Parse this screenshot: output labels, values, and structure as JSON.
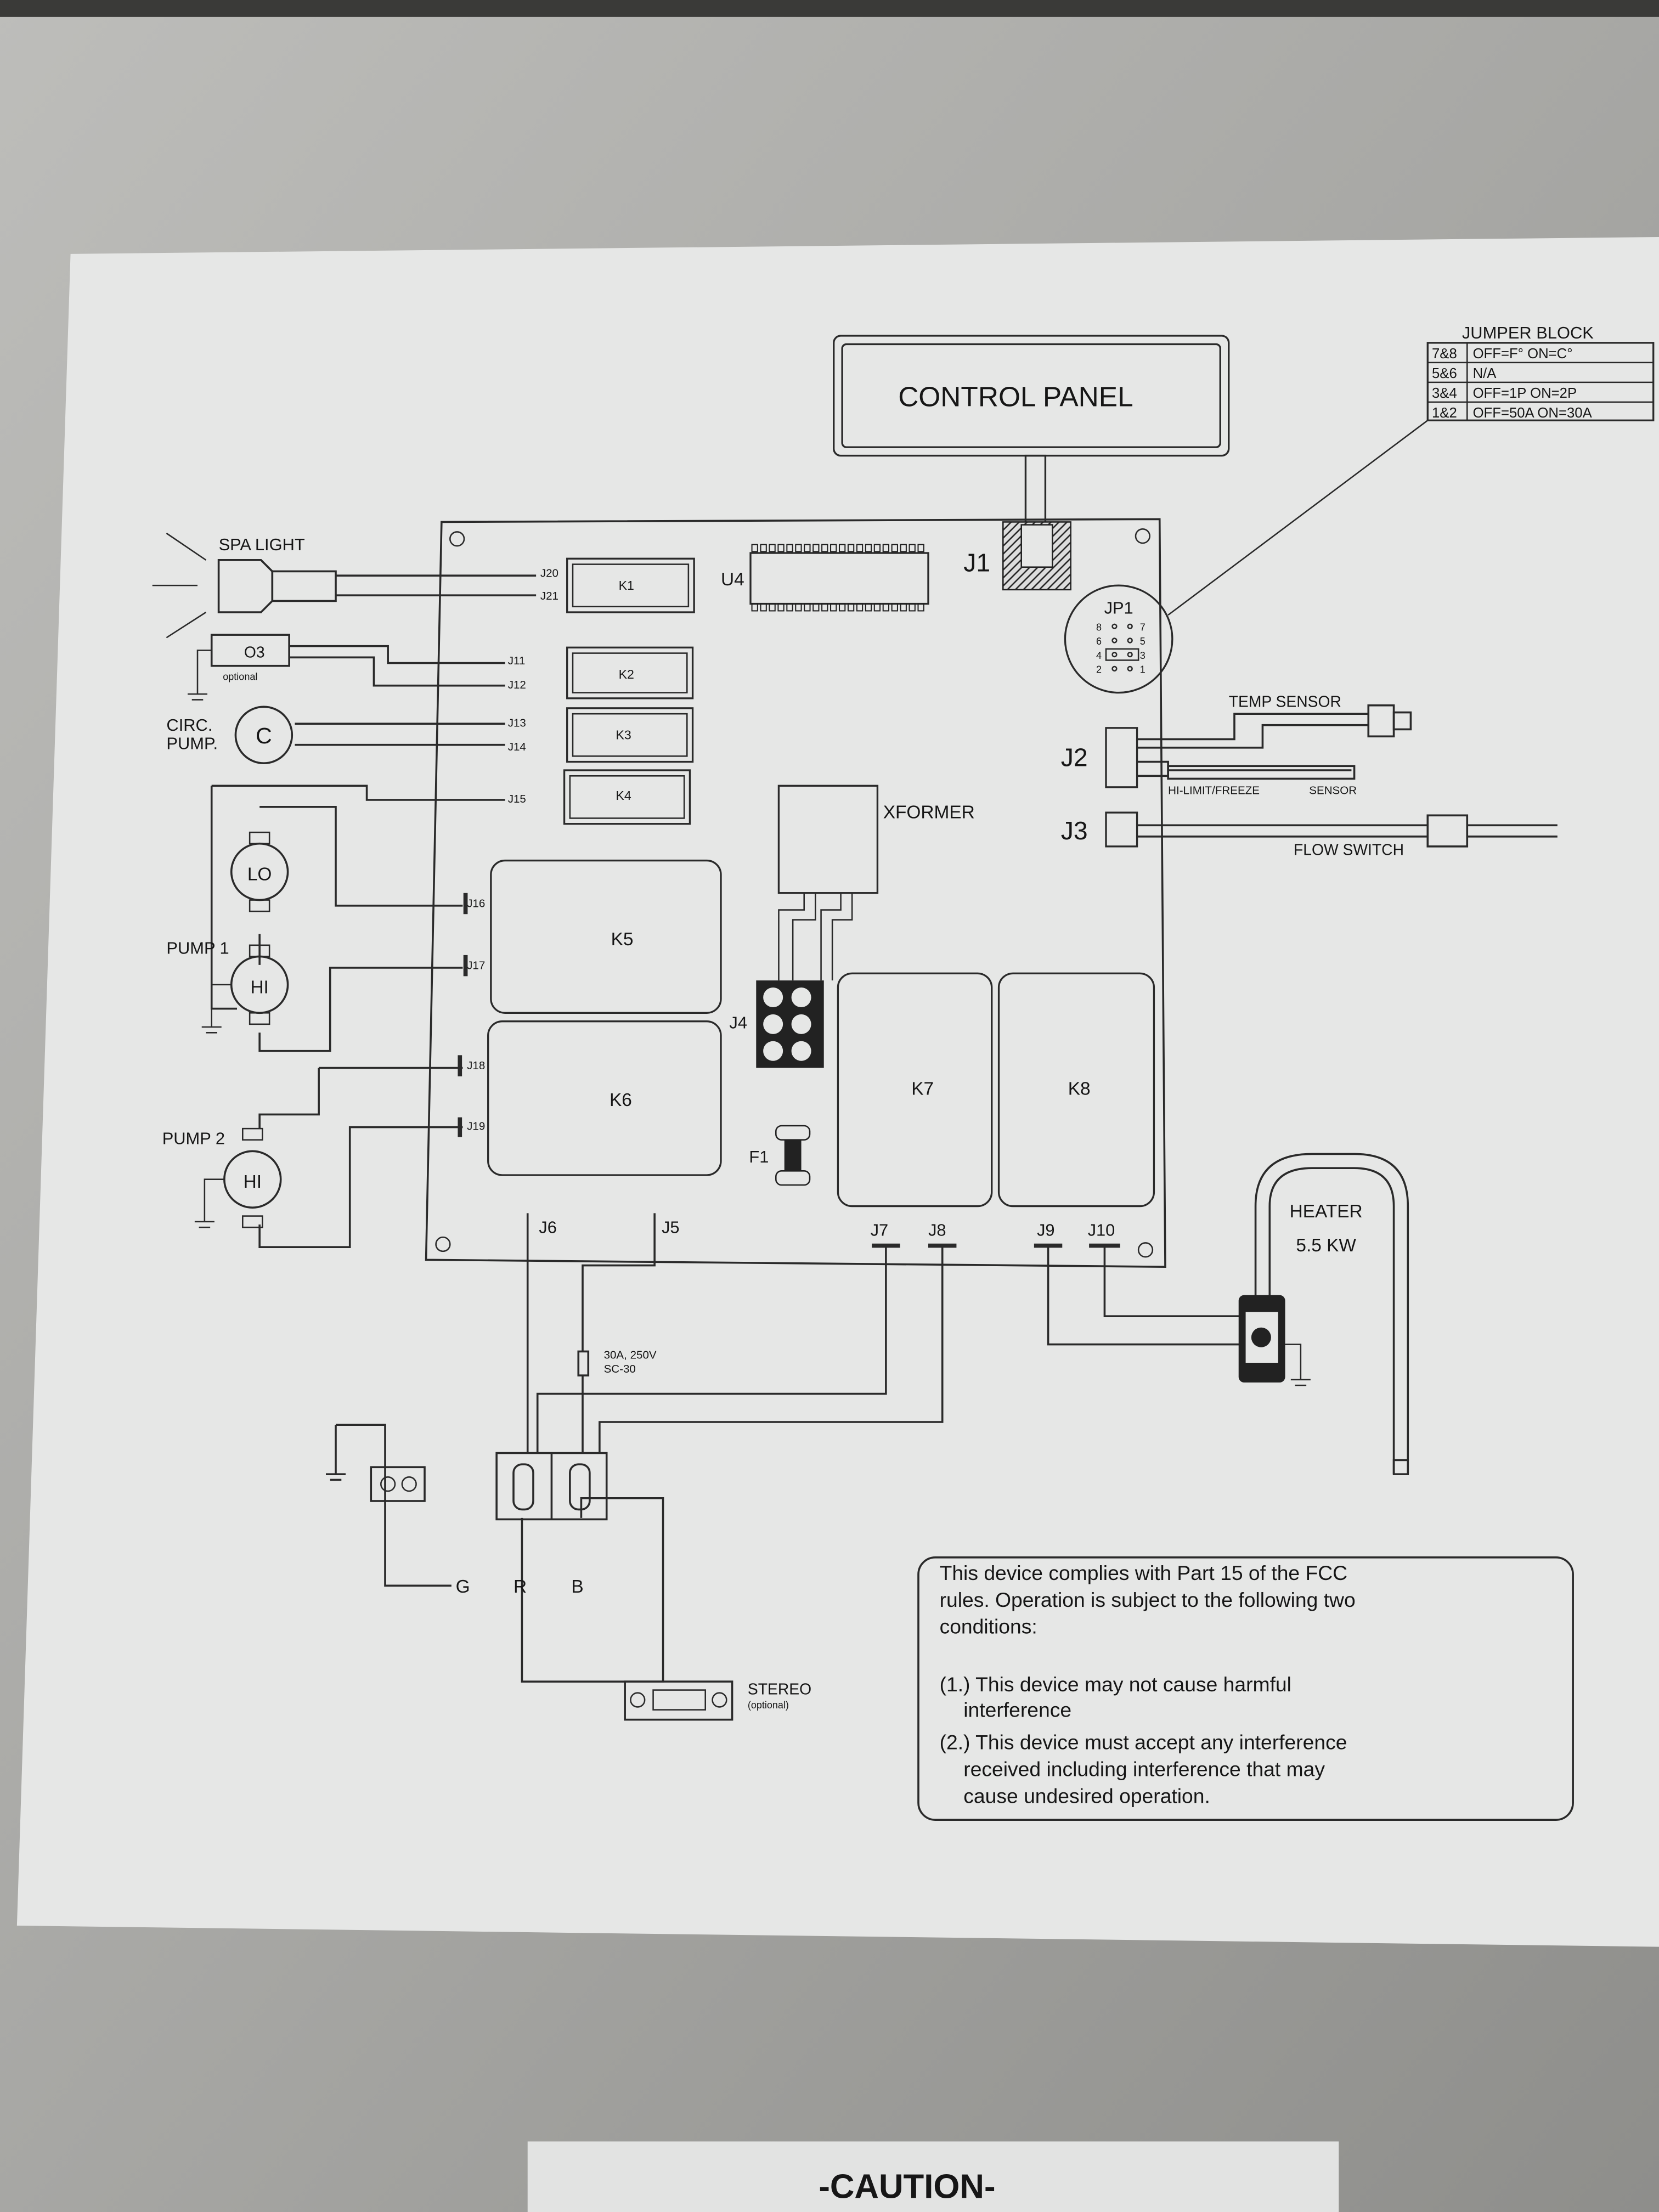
{
  "control_panel": {
    "label": "CONTROL PANEL"
  },
  "jumper_block": {
    "title": "JUMPER BLOCK",
    "rows": [
      {
        "pins": "7&8",
        "setting": "OFF=F° ON=C°"
      },
      {
        "pins": "5&6",
        "setting": "N/A"
      },
      {
        "pins": "3&4",
        "setting": "OFF=1P ON=2P"
      },
      {
        "pins": "1&2",
        "setting": "OFF=50A ON=30A"
      }
    ]
  },
  "jp1": {
    "label": "JP1",
    "pins": [
      "8",
      "7",
      "6",
      "5",
      "4",
      "3",
      "2",
      "1"
    ]
  },
  "board": {
    "relays": {
      "k1": "K1",
      "k2": "K2",
      "k3": "K3",
      "k4": "K4",
      "k5": "K5",
      "k6": "K6",
      "k7": "K7",
      "k8": "K8"
    },
    "u4": "U4",
    "xformer": "XFORMER",
    "fuse": "F1",
    "connectors": {
      "j1": "J1",
      "j2": "J2",
      "j3": "J3",
      "j4": "J4",
      "j5": "J5",
      "j6": "J6",
      "j7": "J7",
      "j8": "J8",
      "j9": "J9",
      "j10": "J10",
      "j11": "J11",
      "j12": "J12",
      "j13": "J13",
      "j14": "J14",
      "j15": "J15",
      "j16": "J16",
      "j17": "J17",
      "j18": "J18",
      "j19": "J19",
      "j20": "J20",
      "j21": "J21"
    }
  },
  "peripherals": {
    "spa_light": "SPA LIGHT",
    "ozone": "O3",
    "ozone_note": "optional",
    "circ_pump": [
      "CIRC.",
      "PUMP."
    ],
    "circ_symbol": "C",
    "pump1": "PUMP 1",
    "pump2": "PUMP 2",
    "lo": "LO",
    "hi": "HI",
    "temp_sensor": "TEMP SENSOR",
    "hi_limit": "HI-LIMIT/FREEZE",
    "sensor": "SENSOR",
    "flow_switch": "FLOW  SWITCH",
    "heater": "HEATER",
    "heater_rating": "5.5 KW",
    "fuse_rating": [
      "30A, 250V",
      "SC-30"
    ],
    "terminals": {
      "g": "G",
      "r": "R",
      "b": "B"
    },
    "stereo": "STEREO",
    "stereo_note": "(optional)"
  },
  "fcc_notice": {
    "lines": [
      "This device complies with Part 15 of the FCC",
      "rules. Operation is subject to the following two",
      "conditions:",
      "(1.) This device may not cause harmful",
      "interference",
      "(2.) This device must accept any interference",
      "received including interference that may",
      "cause undesired operation."
    ]
  },
  "caution": {
    "title": "-CAUTION-"
  },
  "colors": {
    "metal": "#a9a9a6",
    "placard": "#e6e7e6",
    "ink": "#161616"
  }
}
